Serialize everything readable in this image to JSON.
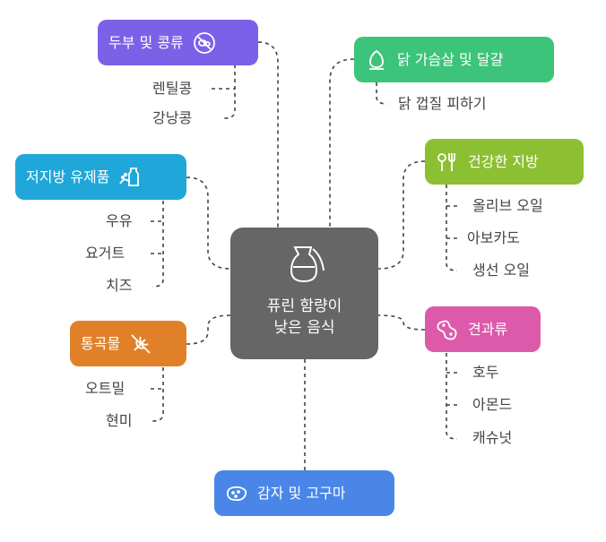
{
  "center": {
    "line1": "퓨린 함량이",
    "line2": "낮은 음식",
    "icon": "pitcher-icon"
  },
  "nodes": {
    "tofu": {
      "label": "두부 및 콩류",
      "color": "#7b61e8",
      "icon": "no-beans-icon",
      "items": [
        "렌틸콩",
        "강낭콩"
      ]
    },
    "chicken": {
      "label": "닭 가슴살 및 달걀",
      "color": "#3cc47a",
      "icon": "egg-icon",
      "items": [
        "닭 껍질 피하기"
      ]
    },
    "fats": {
      "label": "건강한 지방",
      "color": "#8dbf32",
      "icon": "utensils-icon",
      "items": [
        "올리브 오일",
        "아보카도",
        "생선 오일"
      ]
    },
    "dairy": {
      "label": "저지방 유제품",
      "color": "#1fa7d9",
      "icon": "dairy-icon",
      "items": [
        "우유",
        "요거트",
        "치즈"
      ]
    },
    "grains": {
      "label": "통곡물",
      "color": "#e0812a",
      "icon": "no-wheat-icon",
      "items": [
        "오트밀",
        "현미"
      ]
    },
    "nuts": {
      "label": "견과류",
      "color": "#dd5aaa",
      "icon": "peanut-icon",
      "items": [
        "호두",
        "아몬드",
        "캐슈넛"
      ]
    },
    "potato": {
      "label": "감자 및 고구마",
      "color": "#4a86e8",
      "icon": "potato-icon"
    }
  }
}
